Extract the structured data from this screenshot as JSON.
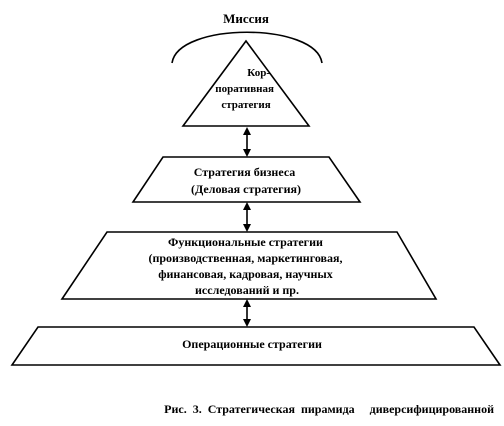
{
  "mission": {
    "label": "Миссия"
  },
  "levels": [
    {
      "id": "corporate",
      "lines": [
        "Кор-",
        "поративная",
        "стратегия"
      ]
    },
    {
      "id": "business",
      "lines": [
        "Стратегия бизнеса",
        "(Деловая стратегия)"
      ]
    },
    {
      "id": "functional",
      "lines": [
        "Функциональные стратегии",
        "(производственная, маркетинговая,",
        "финансовая, кадровая, научных",
        "исследований и пр."
      ]
    },
    {
      "id": "operational",
      "lines": [
        "Операционные стратегии"
      ]
    }
  ],
  "caption": "Рис.  3.  Стратегическая  пирамида     диверсифицированной"
}
